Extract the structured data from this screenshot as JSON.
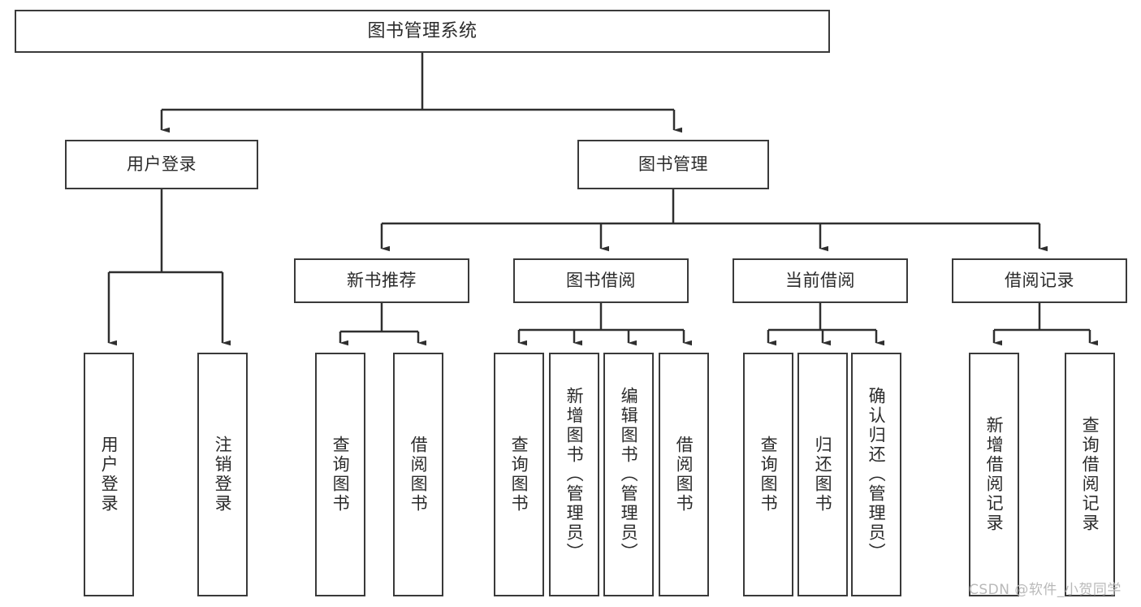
{
  "diagram": {
    "type": "tree-hierarchy",
    "title": "图书管理系统",
    "orientation": "top-down",
    "colors": {
      "box_border": "#3a3a3a",
      "box_fill": "#ffffff",
      "connector": "#2f2f2f",
      "text": "#2b2b2b",
      "watermark": "#b9b9b9",
      "background": "#ffffff"
    },
    "root": {
      "id": "root",
      "label": "图书管理系统"
    },
    "level1": [
      {
        "id": "user-login",
        "label": "用户登录"
      },
      {
        "id": "book-manage",
        "label": "图书管理"
      }
    ],
    "level2": [
      {
        "id": "new-book-recommend",
        "label": "新书推荐",
        "parent": "book-manage"
      },
      {
        "id": "book-borrow",
        "label": "图书借阅",
        "parent": "book-manage"
      },
      {
        "id": "current-borrow",
        "label": "当前借阅",
        "parent": "book-manage"
      },
      {
        "id": "borrow-record",
        "label": "借阅记录",
        "parent": "book-manage"
      }
    ],
    "leaves": {
      "user-login": [
        {
          "id": "leaf-user-login",
          "label": "用户登录"
        },
        {
          "id": "leaf-logout",
          "label": "注销登录"
        }
      ],
      "new-book-recommend": [
        {
          "id": "leaf-query-book-1",
          "label": "查询图书"
        },
        {
          "id": "leaf-borrow-book-1",
          "label": "借阅图书"
        }
      ],
      "book-borrow": [
        {
          "id": "leaf-query-book-2",
          "label": "查询图书"
        },
        {
          "id": "leaf-add-book",
          "label": "新增图书（管理员）"
        },
        {
          "id": "leaf-edit-book",
          "label": "编辑图书（管理员）"
        },
        {
          "id": "leaf-borrow-book-2",
          "label": "借阅图书"
        }
      ],
      "current-borrow": [
        {
          "id": "leaf-query-book-3",
          "label": "查询图书"
        },
        {
          "id": "leaf-return-book",
          "label": "归还图书"
        },
        {
          "id": "leaf-confirm-return",
          "label": "确认归还（管理员）"
        }
      ],
      "borrow-record": [
        {
          "id": "leaf-add-record",
          "label": "新增借阅记录"
        },
        {
          "id": "leaf-query-record",
          "label": "查询借阅记录"
        }
      ]
    }
  },
  "watermark": {
    "text": "CSDN @软件_小贺同学"
  }
}
